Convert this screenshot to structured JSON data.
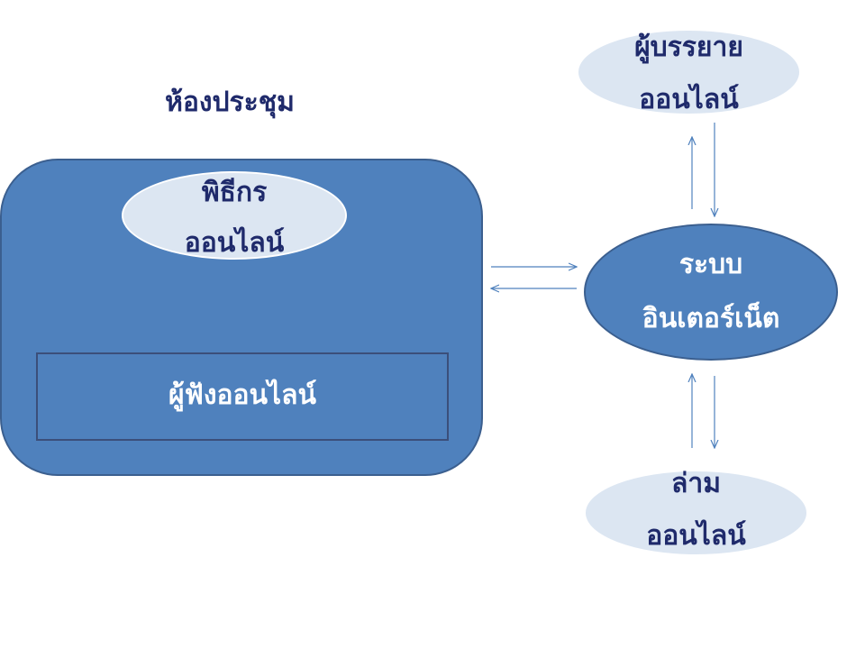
{
  "diagram": {
    "title": "ห้องประชุม",
    "host": {
      "line1": "พิธีกร",
      "line2": "ออนไลน์"
    },
    "audience": {
      "label": "ผู้ฟังออนไลน์"
    },
    "speaker": {
      "line1": "ผู้บรรยาย",
      "line2": "ออนไลน์"
    },
    "internet": {
      "line1": "ระบบ",
      "line2": "อินเตอร์เน็ต"
    },
    "interpreter": {
      "line1": "ล่าม",
      "line2": "ออนไลน์"
    }
  },
  "colors": {
    "box_fill": "#4f81bd",
    "light_ellipse": "#dce6f2",
    "dark_text": "#1f2a6b",
    "arrow": "#4f81bd"
  }
}
